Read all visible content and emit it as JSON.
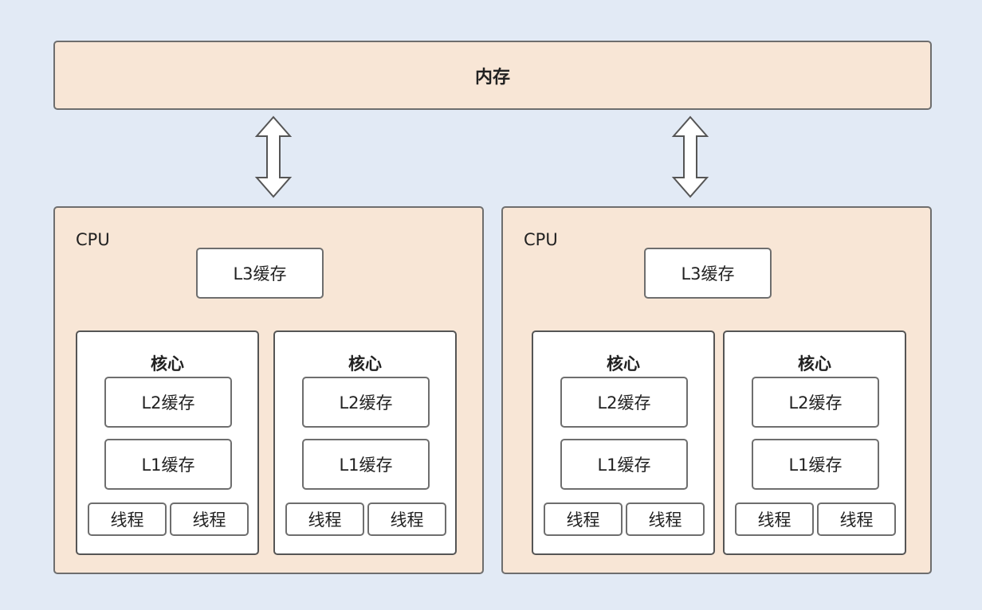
{
  "memory": {
    "label": "内存"
  },
  "cpus": [
    {
      "label": "CPU",
      "l3": "L3缓存",
      "cores": [
        {
          "label": "核心",
          "l2": "L2缓存",
          "l1": "L1缓存",
          "threads": [
            "线程",
            "线程"
          ]
        },
        {
          "label": "核心",
          "l2": "L2缓存",
          "l1": "L1缓存",
          "threads": [
            "线程",
            "线程"
          ]
        }
      ]
    },
    {
      "label": "CPU",
      "l3": "L3缓存",
      "cores": [
        {
          "label": "核心",
          "l2": "L2缓存",
          "l1": "L1缓存",
          "threads": [
            "线程",
            "线程"
          ]
        },
        {
          "label": "核心",
          "l2": "L2缓存",
          "l1": "L1缓存",
          "threads": [
            "线程",
            "线程"
          ]
        }
      ]
    }
  ],
  "colors": {
    "background": "#e2eaf5",
    "box_fill": "#f8e6d6",
    "inner_fill": "#ffffff",
    "border": "#6e6e6e"
  }
}
